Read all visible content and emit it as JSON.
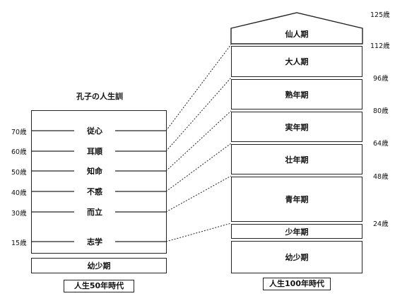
{
  "left": {
    "title": "孔子の人生訓",
    "ages": [
      "70歳",
      "60歳",
      "50歳",
      "40歳",
      "30歳",
      "15歳"
    ],
    "stages": [
      "従心",
      "耳順",
      "知命",
      "不惑",
      "而立",
      "志学"
    ],
    "base": "幼少期",
    "caption": "人生50年時代"
  },
  "right": {
    "stages": [
      "仙人期",
      "大人期",
      "熟年期",
      "実年期",
      "壮年期",
      "青年期",
      "少年期",
      "幼少期"
    ],
    "ages": [
      "125歳",
      "112歳",
      "96歳",
      "80歳",
      "64歳",
      "48歳",
      "24歳"
    ],
    "caption": "人生100年時代"
  }
}
